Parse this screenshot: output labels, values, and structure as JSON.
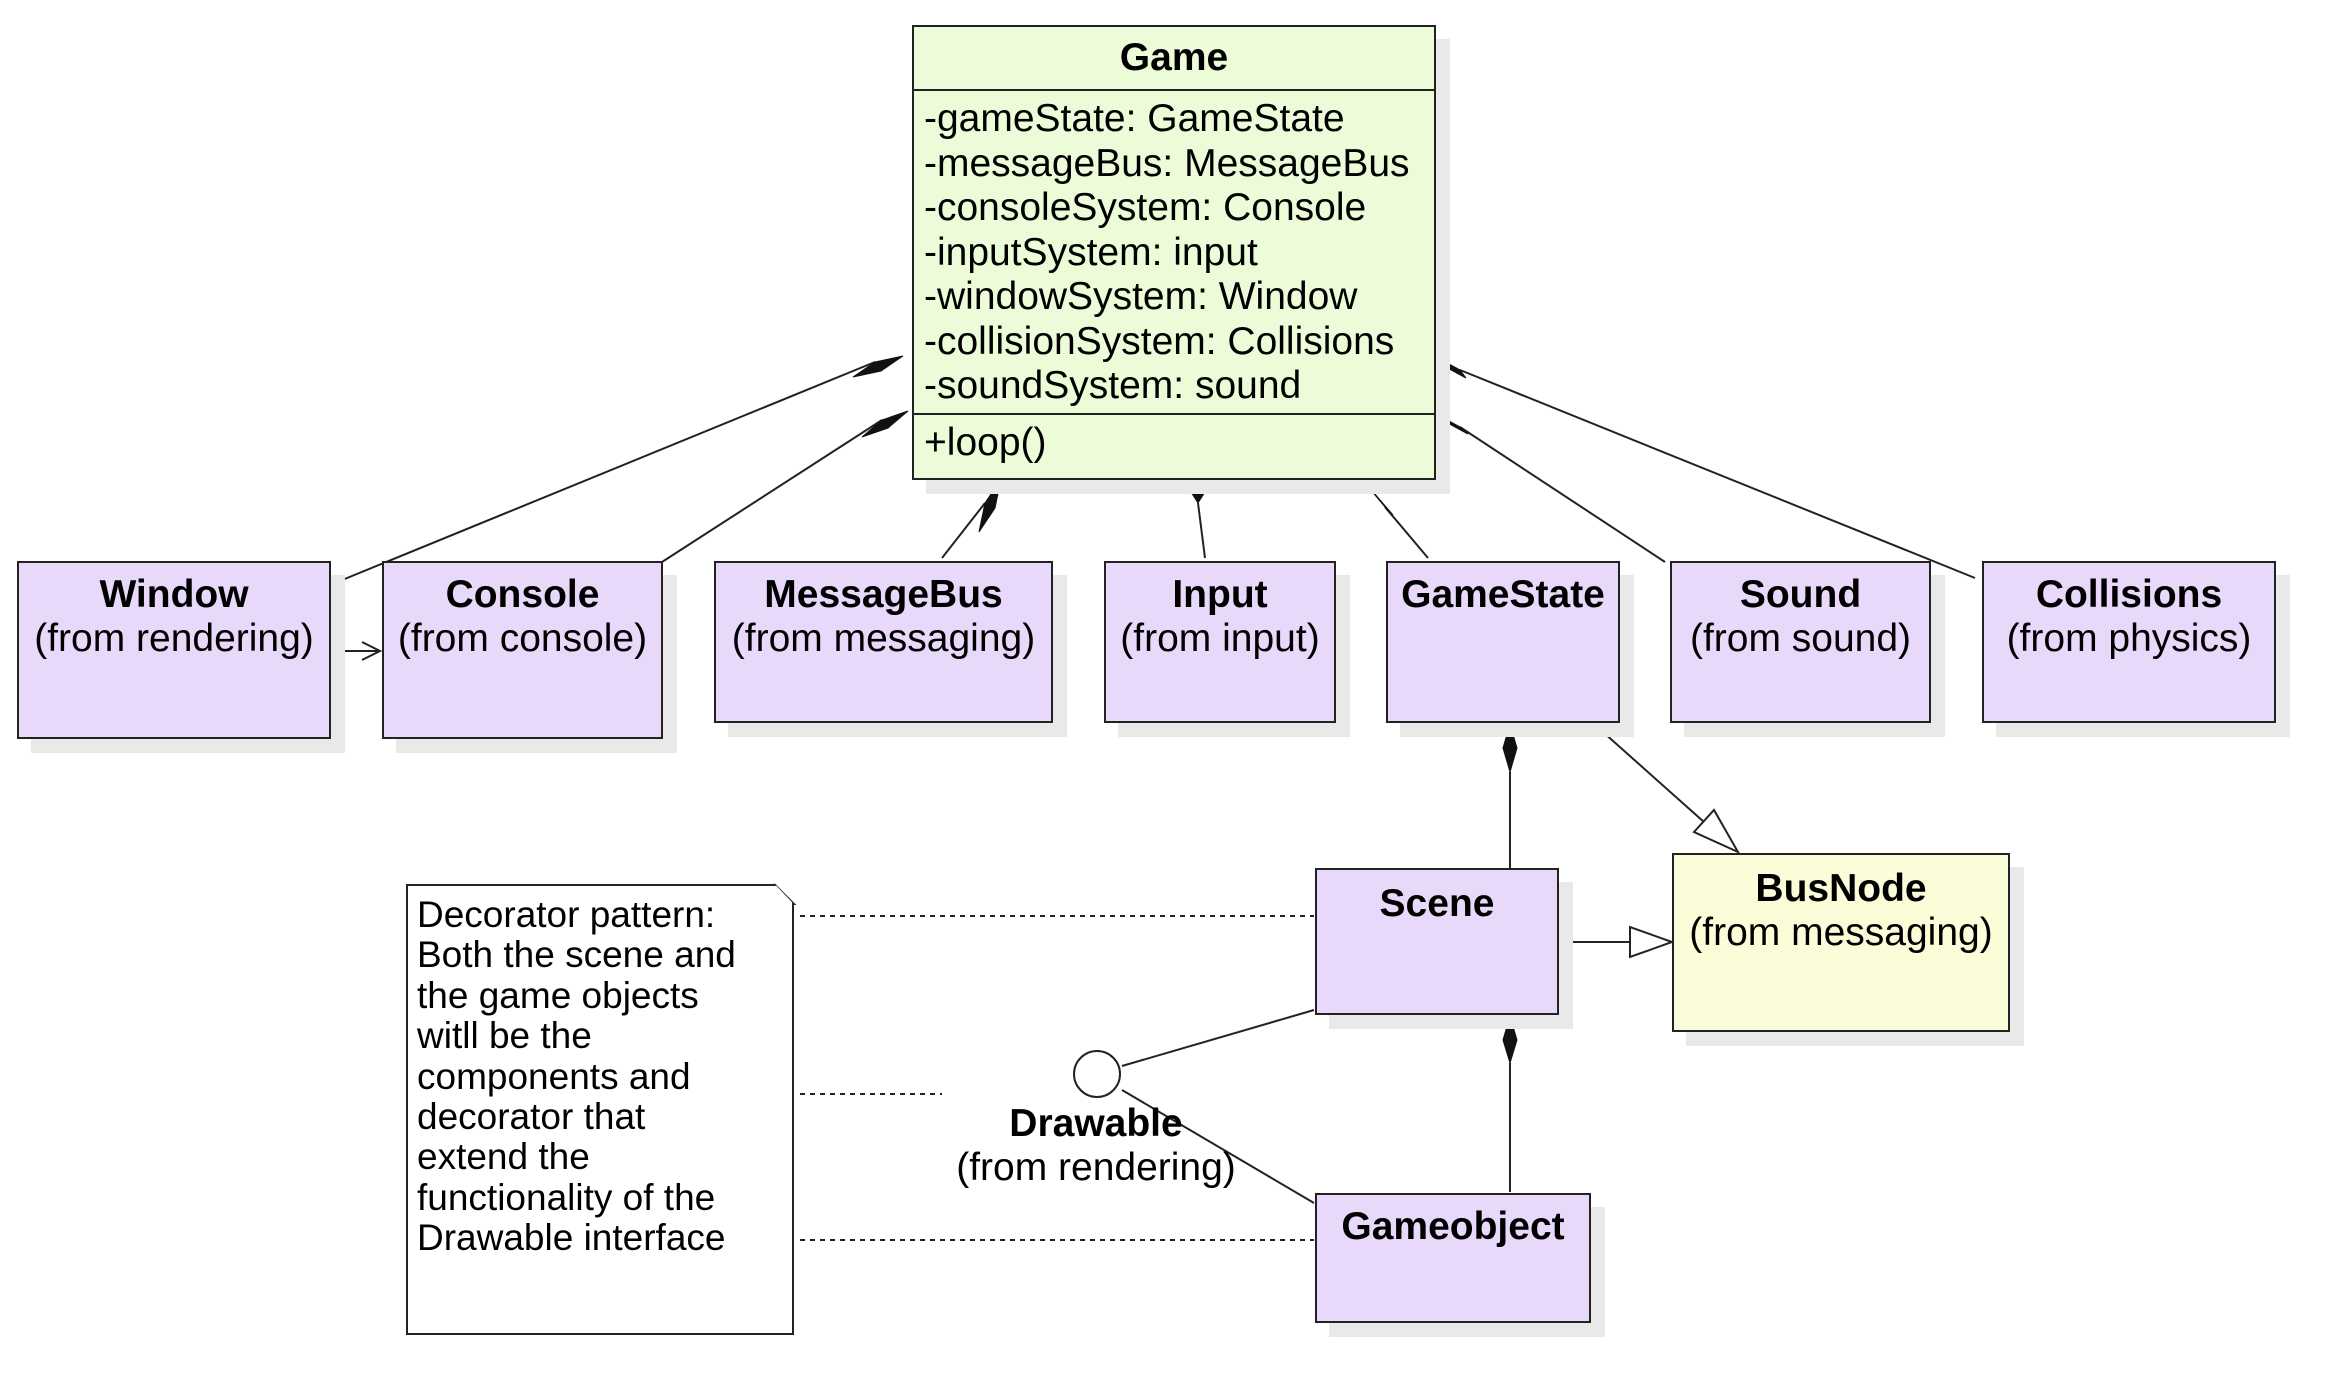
{
  "game": {
    "name": "Game",
    "attributes": [
      "-gameState: GameState",
      "-messageBus: MessageBus",
      "-consoleSystem: Console",
      "-inputSystem: input",
      "-windowSystem: Window",
      "-collisionSystem: Collisions",
      "-soundSystem: sound"
    ],
    "operations": [
      "+loop()"
    ]
  },
  "classes": {
    "window": {
      "name": "Window",
      "package": "(from rendering)"
    },
    "console": {
      "name": "Console",
      "package": "(from console)"
    },
    "messagebus": {
      "name": "MessageBus",
      "package": "(from messaging)"
    },
    "input": {
      "name": "Input",
      "package": "(from input)"
    },
    "gamestate": {
      "name": "GameState"
    },
    "sound": {
      "name": "Sound",
      "package": "(from sound)"
    },
    "collisions": {
      "name": "Collisions",
      "package": "(from physics)"
    },
    "busnode": {
      "name": "BusNode",
      "package": "(from messaging)"
    },
    "scene": {
      "name": "Scene"
    },
    "gameobject": {
      "name": "Gameobject"
    }
  },
  "interface": {
    "name": "Drawable",
    "package": "(from rendering)"
  },
  "note": {
    "lines": [
      "Decorator pattern:",
      "Both the scene and",
      "the game objects",
      "witll be the",
      "components and",
      "decorator that",
      "extend the",
      "functionality of the",
      "Drawable interface"
    ]
  },
  "colors": {
    "class_fill": "#e8d9fb",
    "game_fill": "#ecfcd8",
    "busnode_fill": "#fbfcd8",
    "line": "#222222"
  }
}
